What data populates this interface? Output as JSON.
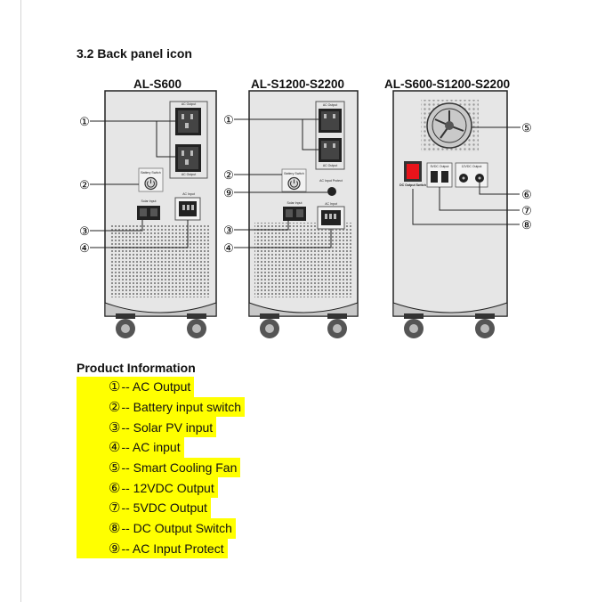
{
  "section_title": "3.2 Back panel icon",
  "models": [
    {
      "name": "AL-S600"
    },
    {
      "name": "AL-S1200-S2200"
    },
    {
      "name": "AL-S600-S1200-S2200"
    }
  ],
  "panel_labels": {
    "ac_output": "AC Output",
    "battery_switch": "Battery Switch",
    "solar_input": "Solar Input",
    "ac_input": "AC Input",
    "ac_input_protect": "AC Input Protect",
    "dc_output_switch": "DC Output Switch",
    "vdc5_output": "5VDC Output",
    "vdc12_output": "12VDC Output"
  },
  "callouts": {
    "c1": "①",
    "c2": "②",
    "c3": "③",
    "c4": "④",
    "c5": "⑤",
    "c6": "⑥",
    "c7": "⑦",
    "c8": "⑧",
    "c9": "⑨"
  },
  "info_title": "Product Information",
  "legend": [
    {
      "num": "①",
      "label": "-- AC Output"
    },
    {
      "num": "②",
      "label": "-- Battery input switch"
    },
    {
      "num": "③",
      "label": "-- Solar PV input"
    },
    {
      "num": "④",
      "label": "-- AC input"
    },
    {
      "num": "⑤",
      "label": "-- Smart Cooling Fan"
    },
    {
      "num": "⑥",
      "label": "-- 12VDC Output"
    },
    {
      "num": "⑦",
      "label": "-- 5VDC Output"
    },
    {
      "num": "⑧",
      "label": "-- DC Output Switch"
    },
    {
      "num": "⑨",
      "label": "-- AC Input Protect"
    }
  ],
  "colors": {
    "highlight": "#ffff00",
    "cabinet": "#e6e6e6",
    "switch_red": "#e8141b"
  }
}
